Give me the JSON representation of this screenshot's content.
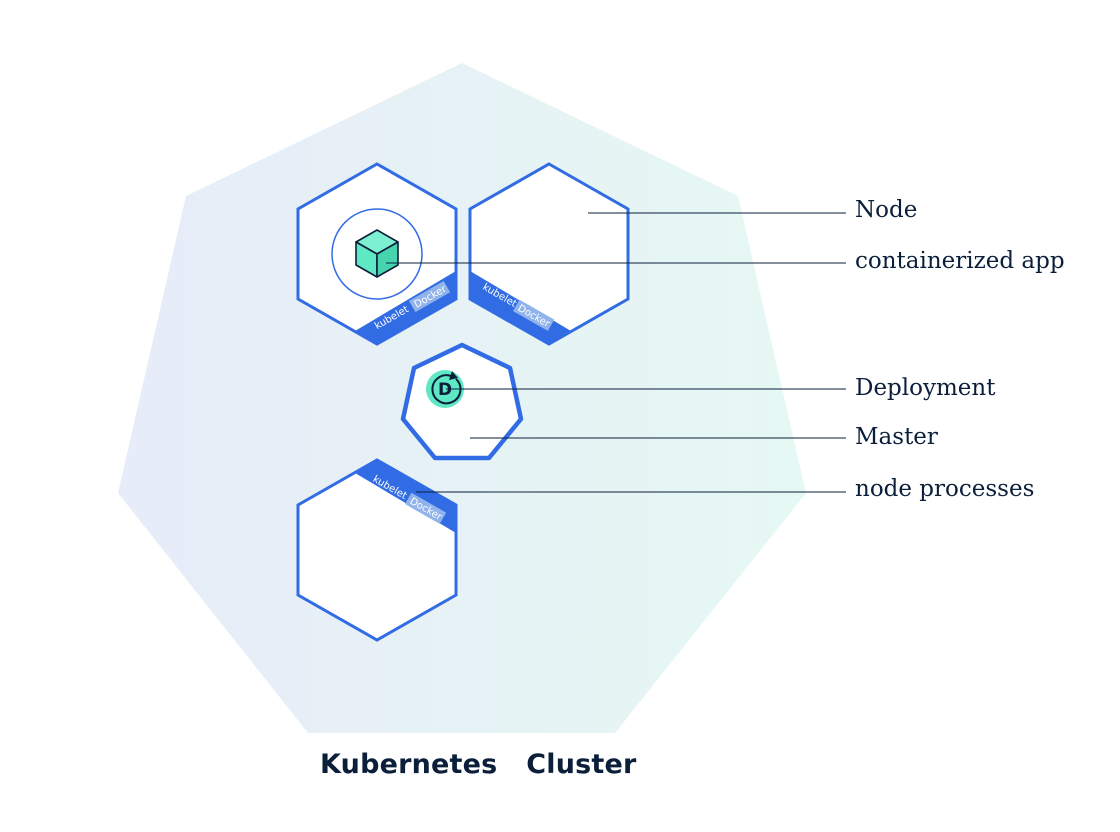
{
  "title": "Kubernetes   Cluster",
  "callouts": {
    "node": "Node",
    "containerized_app": "containerized app",
    "deployment": "Deployment",
    "master": "Master",
    "node_processes": "node processes"
  },
  "node_tags": {
    "kubelet": "kubelet",
    "docker": "Docker"
  },
  "deployment_badge": "D",
  "colors": {
    "node_border": "#326ce5",
    "tag_light": "#8fb3ea",
    "app_cube": "#5ee8c4",
    "deployment_badge": "#5ee8c4",
    "cluster_left": "#e6ecf8",
    "cluster_right": "#e6f8f3",
    "leader_line": "#0b1f3a",
    "text": "#0b1f3a"
  }
}
